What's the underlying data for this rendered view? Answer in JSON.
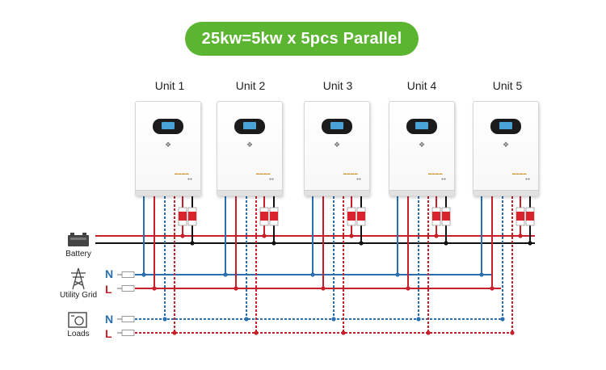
{
  "title": "25kw=5kw x 5pcs Parallel",
  "units": [
    {
      "label": "Unit 1"
    },
    {
      "label": "Unit 2"
    },
    {
      "label": "Unit 3"
    },
    {
      "label": "Unit 4"
    },
    {
      "label": "Unit 5"
    }
  ],
  "side": {
    "battery_label": "Battery",
    "grid_label": "Utility Grid",
    "loads_label": "Loads",
    "neutral": "N",
    "live": "L"
  },
  "icons": {
    "battery": "battery-icon",
    "grid": "power-tower-icon",
    "loads": "appliance-icon"
  },
  "colors": {
    "title_bg": "#5cb531",
    "neutral_wire": "#2a6fb0",
    "live_wire": "#c8202a",
    "dc_negative_wire": "#111111",
    "dc_positive_wire": "#c8202a",
    "breaker": "#d9232d"
  }
}
